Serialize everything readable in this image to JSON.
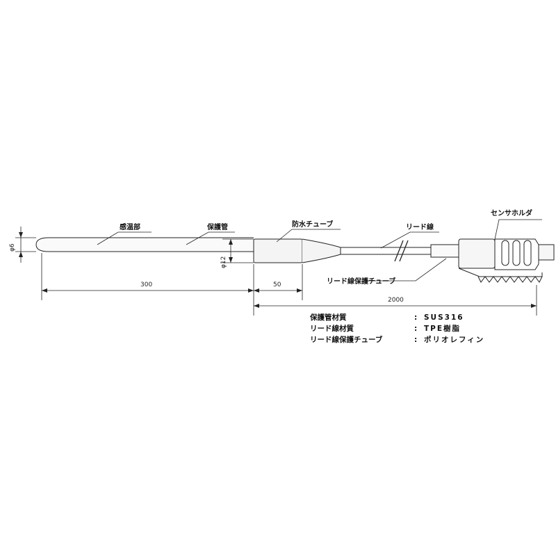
{
  "labels": {
    "sensing_part": "感温部",
    "protection_tube": "保護管",
    "waterproof_tube": "防水チューブ",
    "lead_wire": "リード線",
    "sensor_holder": "センサホルダ",
    "lead_wire_protection_tube": "リード線保護チューブ"
  },
  "dimensions": {
    "phi6": "φ6",
    "phi12": "φ12",
    "len300": "300",
    "len50": "50",
    "len2000": "2000"
  },
  "specs": [
    {
      "key": "保護管材質",
      "sep": ":",
      "value": "SUS316"
    },
    {
      "key": "リード線材質",
      "sep": ":",
      "value": "TPE樹脂"
    },
    {
      "key": "リード線保護チューブ",
      "sep": ":",
      "value": "ポリオレフィン"
    }
  ]
}
